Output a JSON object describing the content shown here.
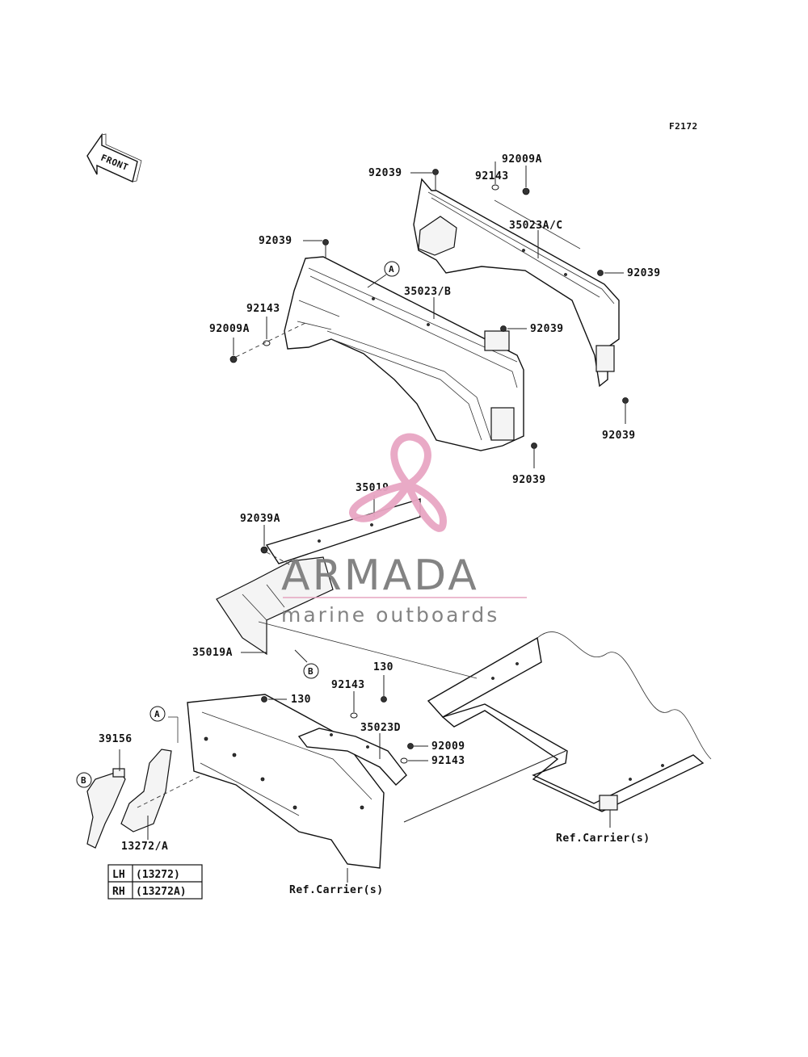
{
  "figure_code": "F2172",
  "front_label": "FRONT",
  "callouts": {
    "a": "A",
    "b": "B"
  },
  "labels": {
    "l_92009A_top": "92009A",
    "l_92039_top": "92039",
    "l_92143_top": "92143",
    "l_35023AC": "35023A/C",
    "l_92039_r1": "92039",
    "l_92039_r2": "92039",
    "l_92039_left": "92039",
    "l_35023B": "35023/B",
    "l_92143_left": "92143",
    "l_92009A_left": "92009A",
    "l_92039_mid": "92039",
    "l_92039_low": "92039",
    "l_35019": "35019",
    "l_92039A": "92039A",
    "l_35019A": "35019A",
    "l_130_a": "130",
    "l_130_b": "130",
    "l_92143_c": "92143",
    "l_35023D": "35023D",
    "l_92009": "92009",
    "l_92143_d": "92143",
    "l_39156": "39156",
    "l_13272A": "13272/A",
    "l_ref_carrier_1": "Ref.Carrier(s)",
    "l_ref_carrier_2": "Ref.Carrier(s)"
  },
  "side_table": {
    "rows": [
      {
        "side": "LH",
        "part": "(13272)"
      },
      {
        "side": "RH",
        "part": "(13272A)"
      }
    ]
  },
  "watermark": {
    "brand": "ARMADA",
    "tagline": "marine outboards",
    "colors": {
      "logo": "#e8a6c3",
      "text": "#7d7d7d",
      "rule": "#e4a0bd"
    }
  }
}
